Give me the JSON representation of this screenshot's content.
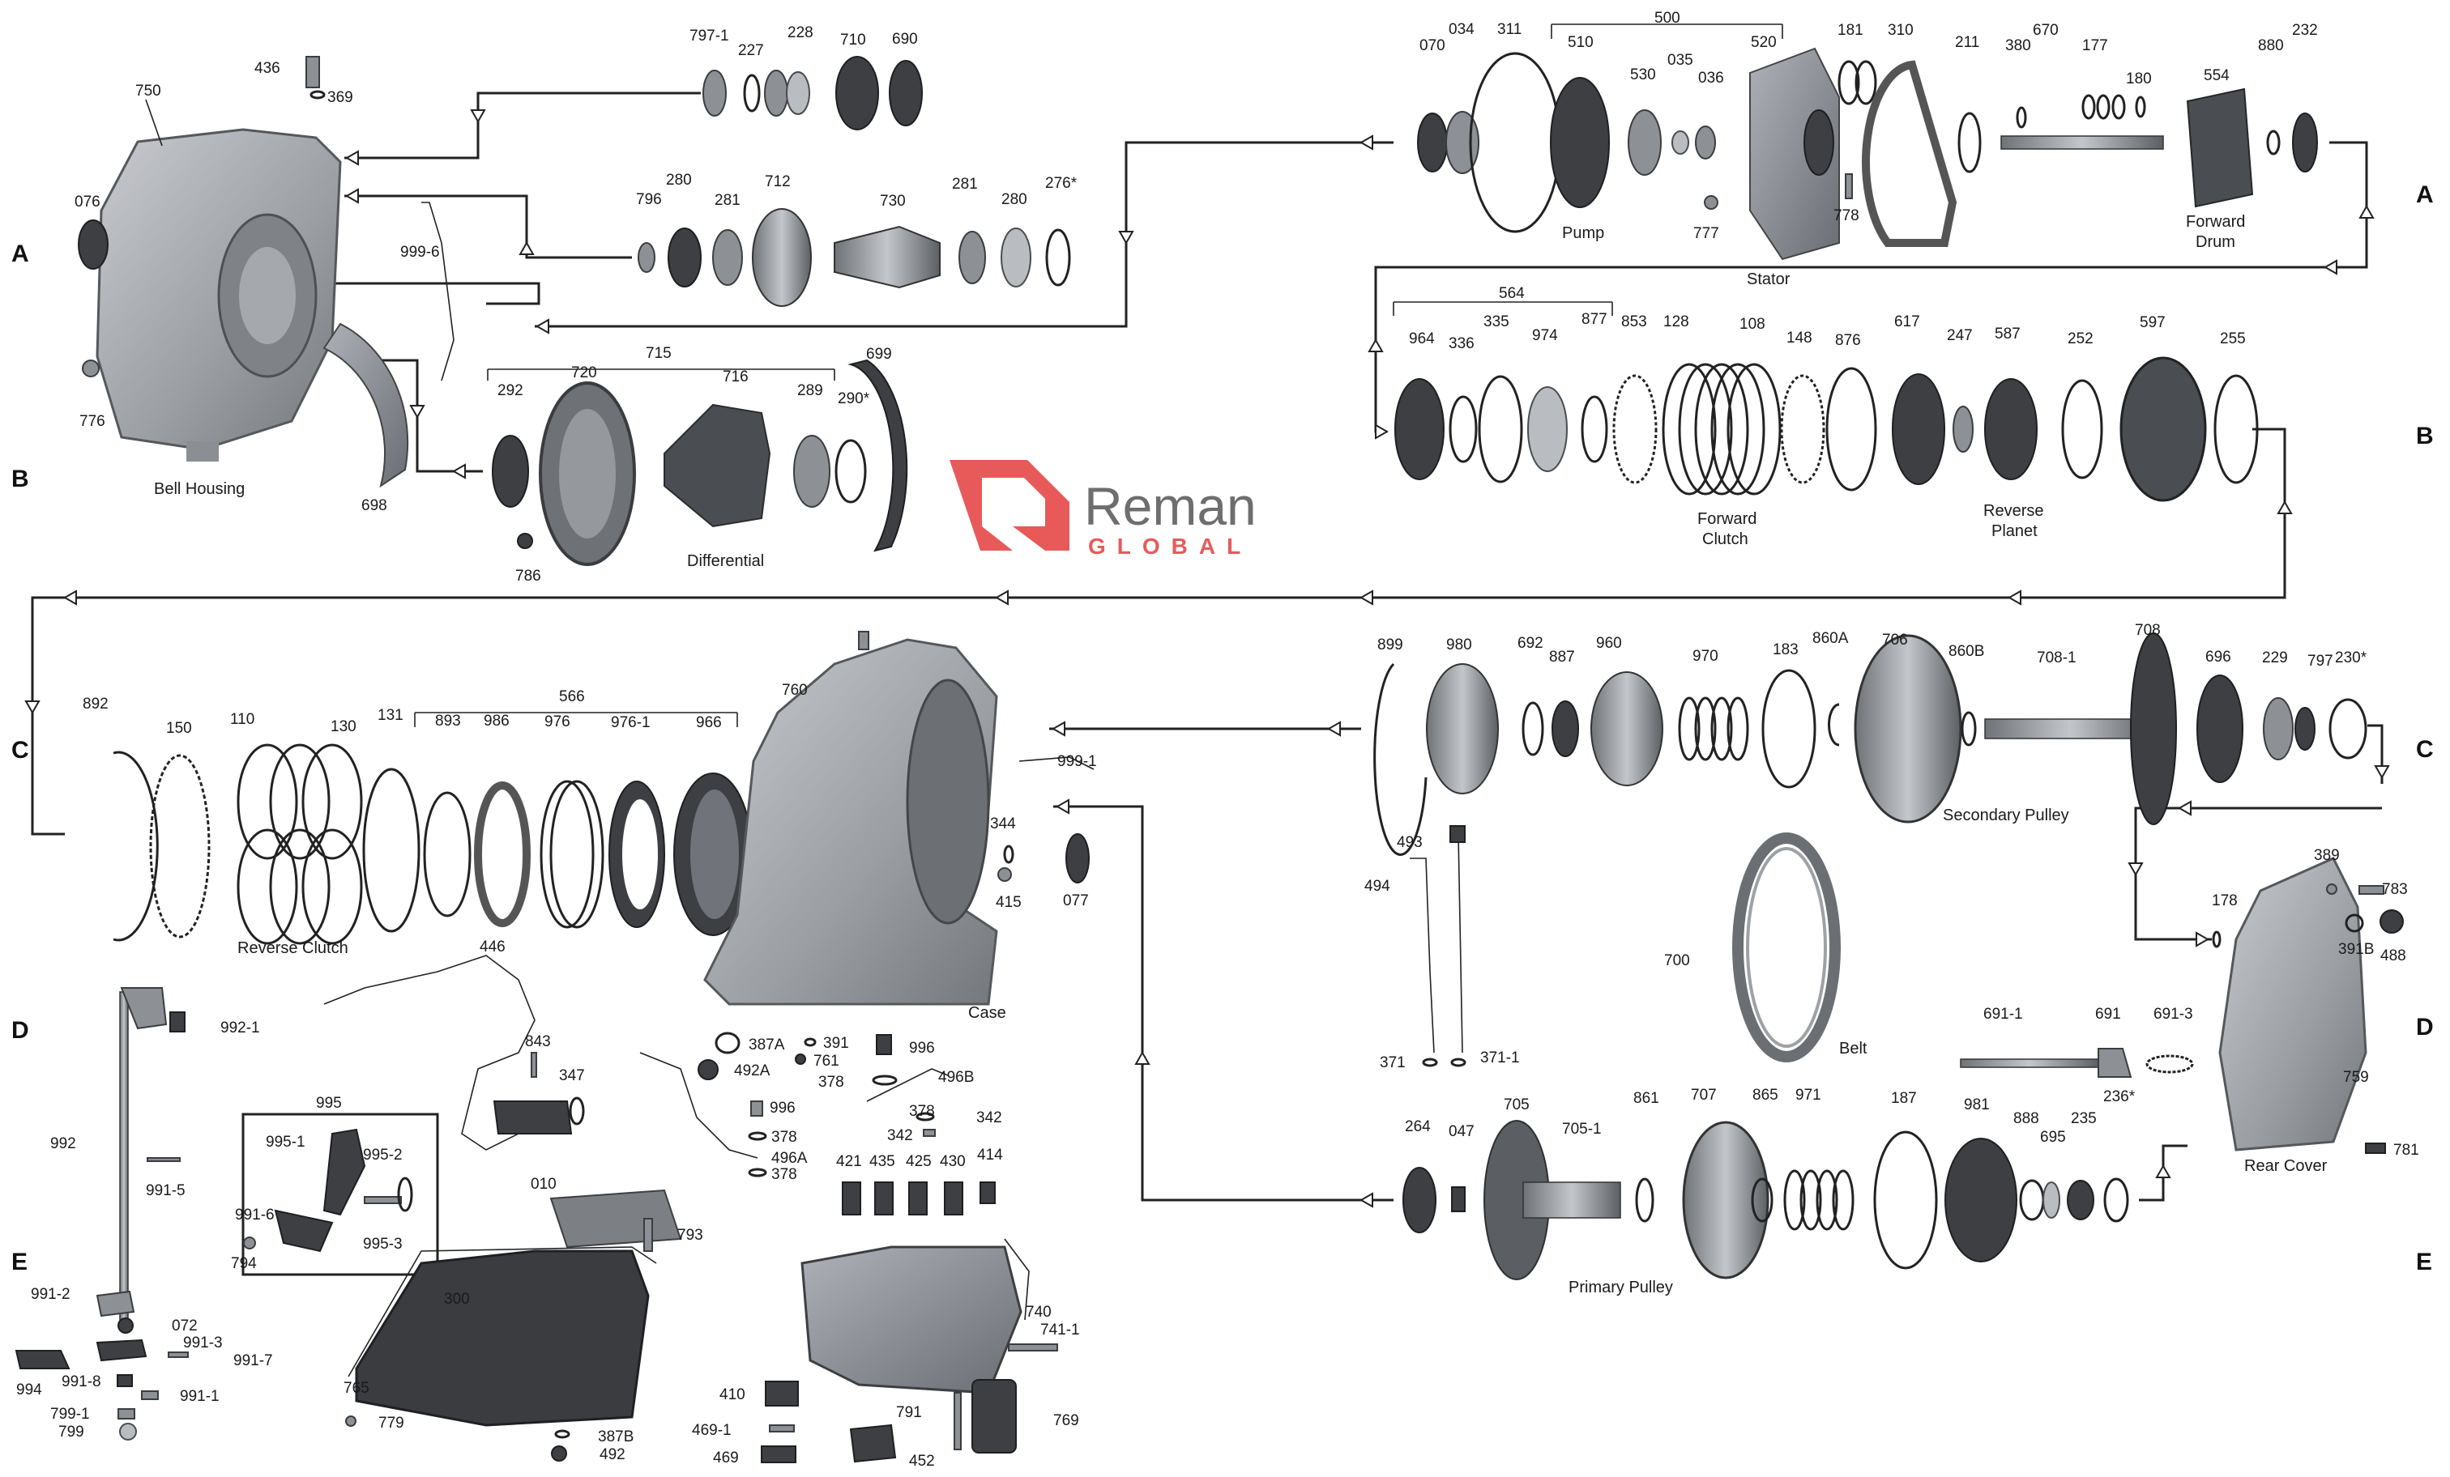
{
  "brand": {
    "name": "Reman",
    "sub": "GLOBAL",
    "accent": "#e85a5a",
    "grey": "#6e6e6e"
  },
  "rows": {
    "left": [
      "A",
      "B",
      "C",
      "D",
      "E"
    ],
    "right": [
      "A",
      "B",
      "C",
      "D",
      "E"
    ]
  },
  "assembly_labels": {
    "bell_housing": "Bell Housing",
    "differential": "Differential",
    "pump": "Pump",
    "stator": "Stator",
    "forward_drum_1": "Forward",
    "forward_drum_2": "Drum",
    "forward_clutch_1": "Forward",
    "forward_clutch_2": "Clutch",
    "reverse_planet_1": "Reverse",
    "reverse_planet_2": "Planet",
    "reverse_clutch": "Reverse Clutch",
    "case": "Case",
    "secondary_pulley": "Secondary Pulley",
    "belt": "Belt",
    "primary_pulley": "Primary Pulley",
    "rear_cover": "Rear Cover"
  },
  "part_numbers": {
    "n797_1a": "797-1",
    "n227": "227",
    "n228": "228",
    "n710": "710",
    "n690": "690",
    "n436": "436",
    "n369": "369",
    "n750": "750",
    "n076": "076",
    "n776": "776",
    "n796": "796",
    "n280a": "280",
    "n281a": "281",
    "n712": "712",
    "n730": "730",
    "n281b": "281",
    "n280b": "280",
    "n276": "276*",
    "n999_6": "999-6",
    "n715": "715",
    "n720": "720",
    "n716": "716",
    "n292": "292",
    "n289": "289",
    "n290": "290*",
    "n699": "699",
    "n698": "698",
    "n786": "786",
    "n070": "070",
    "n034": "034",
    "n311": "311",
    "n500": "500",
    "n510": "510",
    "n520": "520",
    "n530": "530",
    "n035": "035",
    "n036": "036",
    "n777": "777",
    "n778": "778",
    "n181": "181",
    "n310": "310",
    "n211": "211",
    "n380": "380",
    "n670": "670",
    "n177": "177",
    "n180": "180",
    "n554": "554",
    "n880": "880",
    "n232": "232",
    "n564": "564",
    "n964": "964",
    "n336": "336",
    "n335": "335",
    "n974": "974",
    "n877": "877",
    "n853": "853",
    "n128": "128",
    "n108": "108",
    "n148": "148",
    "n876": "876",
    "n617": "617",
    "n247": "247",
    "n587": "587",
    "n252": "252",
    "n597": "597",
    "n255": "255",
    "n892": "892",
    "n150": "150",
    "n110": "110",
    "n130": "130",
    "n131": "131",
    "n566": "566",
    "n893": "893",
    "n986": "986",
    "n976": "976",
    "n976_1": "976-1",
    "n966": "966",
    "n760": "760",
    "n999_1": "999-1",
    "n344": "344",
    "n415": "415",
    "n077": "077",
    "n899": "899",
    "n980": "980",
    "n692": "692",
    "n887": "887",
    "n960": "960",
    "n970": "970",
    "n183": "183",
    "n860a": "860A",
    "n706": "706",
    "n860b": "860B",
    "n708_1": "708-1",
    "n708": "708",
    "n696": "696",
    "n229": "229",
    "n797b": "797",
    "n230": "230*",
    "n493": "493",
    "n494": "494",
    "n371": "371",
    "n371_1": "371-1",
    "n700": "700",
    "n389": "389",
    "n783": "783",
    "n178": "178",
    "n391b": "391B",
    "n488": "488",
    "n691_1": "691-1",
    "n691": "691",
    "n691_3": "691-3",
    "n759": "759",
    "n992_1": "992-1",
    "n992": "992",
    "n991_5": "991-5",
    "n995": "995",
    "n995_1": "995-1",
    "n995_2": "995-2",
    "n991_6": "991-6",
    "n995_3": "995-3",
    "n794": "794",
    "n991_2": "991-2",
    "n072": "072",
    "n991_3": "991-3",
    "n991_7": "991-7",
    "n994": "994",
    "n991_8": "991-8",
    "n991_1": "991-1",
    "n799_1": "799-1",
    "n799": "799",
    "n446": "446",
    "n843": "843",
    "n347": "347",
    "n010": "010",
    "n793": "793",
    "n300": "300",
    "n765": "765",
    "n779": "779",
    "n387b": "387B",
    "n492": "492",
    "n387a": "387A",
    "n391": "391",
    "n996a": "996",
    "n492a": "492A",
    "n761": "761",
    "n378a": "378",
    "n496b": "496B",
    "n996b": "996",
    "n378b": "378",
    "n378c": "378",
    "n342a": "342",
    "n342b": "342",
    "n496a": "496A",
    "n378d": "378",
    "n421": "421",
    "n435": "435",
    "n425": "425",
    "n430": "430",
    "n414": "414",
    "n740": "740",
    "n741_1": "741-1",
    "n410": "410",
    "n469_1": "469-1",
    "n469": "469",
    "n791": "791",
    "n452": "452",
    "n769": "769",
    "n264": "264",
    "n047": "047",
    "n705": "705",
    "n705_1": "705-1",
    "n861": "861",
    "n707": "707",
    "n865": "865",
    "n971": "971",
    "n187": "187",
    "n981": "981",
    "n888": "888",
    "n695": "695",
    "n235": "235",
    "n236": "236*",
    "n781": "781"
  }
}
